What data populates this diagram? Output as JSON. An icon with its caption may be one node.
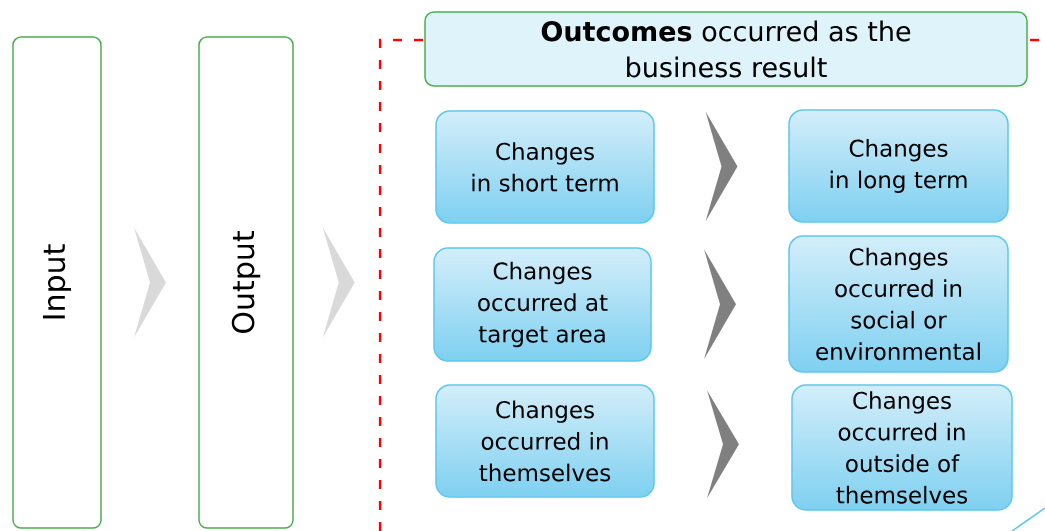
{
  "diagram": {
    "nodes": [
      {
        "text": [
          "Input"
        ]
      },
      {
        "text": [
          "Output"
        ]
      },
      {
        "text": [
          "**Outcomes** occurred as the business result"
        ]
      },
      {
        "text": [
          "Changes in short term"
        ]
      },
      {
        "text": [
          "Changes in long term"
        ]
      },
      {
        "text": [
          "Changes occurred at target area"
        ]
      },
      {
        "text": [
          "Changes occurred in social or environmental"
        ]
      },
      {
        "text": [
          "Changes occurred in themselves"
        ]
      },
      {
        "text": [
          "Changes occurred in outside of themselves"
        ]
      }
    ],
    "edges": [
      {
        "from": 0,
        "to": 1,
        "arrow": "to",
        "color": "#d9d9d9"
      },
      {
        "from": 1,
        "to": null,
        "arrow": "to",
        "color": "#d9d9d9"
      },
      {
        "from": 3,
        "to": 4,
        "arrow": "to"
      },
      {
        "from": 5,
        "to": 6,
        "arrow": "to"
      },
      {
        "from": 7,
        "to": 8,
        "arrow": "to"
      }
    ]
  }
}
